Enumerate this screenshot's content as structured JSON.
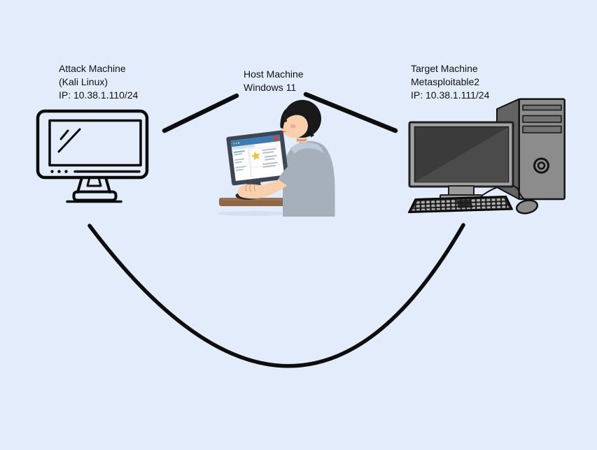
{
  "diagram": {
    "background_color": "#e2ecfb",
    "connector_color": "#0d0d0d",
    "nodes": {
      "attack": {
        "icon": "monitor-outline-icon",
        "title": "Attack Machine",
        "subtitle": "(Kali Linux)",
        "ip": "IP: 10.38.1.110/24"
      },
      "host": {
        "icon": "person-at-computer-illustration",
        "title": "Host Machine",
        "subtitle": "Windows 11"
      },
      "target": {
        "icon": "desktop-computer-icon",
        "title": "Target Machine",
        "subtitle": "Metasploitable2",
        "ip": "IP: 10.38.1.111/24"
      }
    },
    "links": [
      {
        "name": "attack-to-host"
      },
      {
        "name": "host-to-target"
      },
      {
        "name": "attack-to-target-curve"
      }
    ],
    "palette": {
      "desk_brown": "#8e6747",
      "shirt_gray": "#a6b0bb",
      "collar_blue": "#bdcad8",
      "skin": "#f8d0ae",
      "hair": "#191919",
      "host_monitor_frame": "#3e4654",
      "host_header_blue": "#3d7bb5",
      "star_yellow": "#efc33c",
      "alert_red": "#c8473a",
      "tower_front_gray": "#8c8c8c",
      "tower_side_gray": "#636363",
      "target_screen_dark": "#3b3b3b"
    }
  }
}
